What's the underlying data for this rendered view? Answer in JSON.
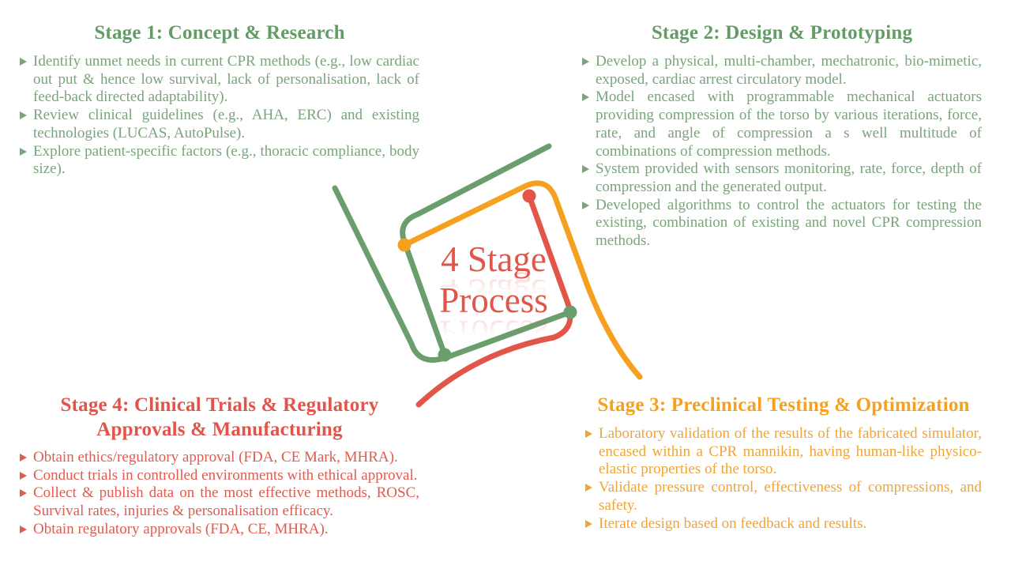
{
  "colors": {
    "green": "#6B9E6D",
    "orange": "#F5A11F",
    "red": "#E2564A",
    "title_green": "#649B66",
    "body_green": "#7AA47B",
    "title_orange": "#F5A11F",
    "body_orange": "#F2A435",
    "title_red": "#E2544A",
    "body_red": "#E15B4F",
    "center_red": "#E25549"
  },
  "center": {
    "line1": "4 Stage",
    "line2": "Process"
  },
  "stages": [
    {
      "title": "Stage 1: Concept & Research",
      "bullets": [
        "Identify unmet needs in current CPR methods (e.g., low cardiac out put & hence low survival, lack of personalisation, lack of feed-back directed adaptability).",
        "Review clinical guidelines (e.g., AHA, ERC) and existing technologies (LUCAS, AutoPulse).",
        "Explore patient-specific factors (e.g., thoracic compliance, body size)."
      ]
    },
    {
      "title": "Stage 2: Design & Prototyping",
      "bullets": [
        "Develop a physical, multi-chamber, mechatronic, bio-mimetic, exposed, cardiac arrest circulatory model.",
        "Model encased with programmable mechanical actuators providing compression of the torso by various iterations, force, rate, and angle of compression a s well multitude of combinations of compression methods.",
        "System provided with sensors monitoring, rate, force, depth of compression and the generated output.",
        "Developed algorithms to control the actuators for testing the existing, combination of existing and novel CPR compression methods."
      ]
    },
    {
      "title": "Stage 3: Preclinical Testing & Optimization",
      "bullets": [
        "Laboratory validation of the results of the fabricated simulator, encased within a CPR mannikin, having human-like physico-elastic properties of the torso.",
        "Validate pressure control, effectiveness of compressions, and safety.",
        "Iterate design based on feedback and results."
      ]
    },
    {
      "title": "Stage 4: Clinical Trials & Regulatory",
      "title_line2": "Approvals & Manufacturing",
      "bullets": [
        "Obtain ethics/regulatory approval (FDA, CE Mark, MHRA).",
        "Conduct trials in controlled environments with ethical approval.",
        "Collect & publish data on the most effective methods, ROSC, Survival rates, injuries & personalisation efficacy.",
        "Obtain regulatory approvals (FDA, CE, MHRA)."
      ]
    }
  ]
}
